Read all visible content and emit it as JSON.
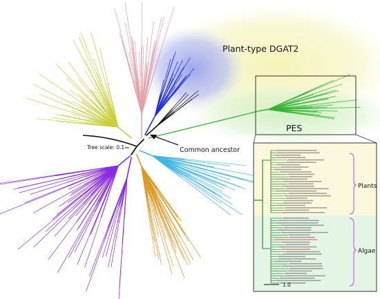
{
  "labels": {
    "plant_type_dgat2": "Plant-type DGAT2",
    "pes": "PES",
    "common_ancestor": "Common ancestor",
    "tree_scale": "Tree scale: 0.1",
    "plants": "Plants",
    "algae": "Algae",
    "inset_scale": "1.0"
  },
  "colors": {
    "pink_clade": "#e3a0a8",
    "olive_clade": "#c8cf3c",
    "blue_clade": "#1f2ee0",
    "green_clade": "#34b334",
    "black_branch": "#111111",
    "cyan_clade": "#3fb7e6",
    "orange_clade": "#d99a26",
    "purple_clade": "#8a2be2",
    "inset_plants_bg": "#fbf8de",
    "inset_algae_bg": "#e4f5e6",
    "bracket": "#c86ad6",
    "highlight_red": "#e23a3a"
  }
}
